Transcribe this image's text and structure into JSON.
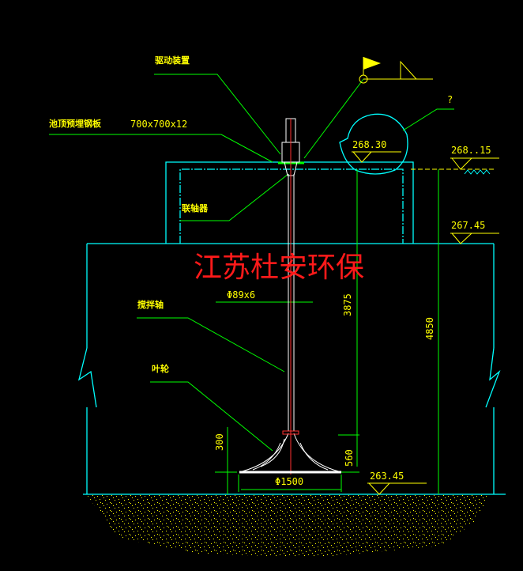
{
  "labels": {
    "drive_unit": "驱动装置",
    "embedded_plate": "池顶预埋钢板",
    "plate_size": "700x700x12",
    "coupling": "联轴器",
    "shaft": "搅拌轴",
    "impeller": "叶轮",
    "question": "?"
  },
  "dimensions": {
    "shaft_dia": "Φ89x6",
    "impeller_dia": "Φ1500",
    "shaft_len": "3875",
    "total_depth": "4850",
    "impeller_height": "560",
    "bottom_clear": "300"
  },
  "elevations": {
    "top": "268.30",
    "water": "268..15",
    "pool_top": "267.45",
    "bottom": "263.45"
  },
  "watermark": "江苏杜安环保",
  "colors": {
    "structure": "#00ffff",
    "leader": "#00ff00",
    "text": "#ffff00",
    "watermark": "#ff1a1a"
  }
}
